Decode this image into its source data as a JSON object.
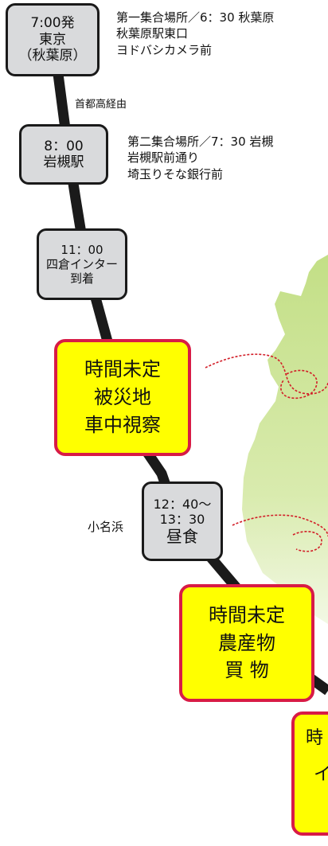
{
  "schedule": {
    "stop1": {
      "line1": "7:00発",
      "line2": "東京",
      "line3": "（秋葉原）"
    },
    "note1": {
      "line1": "第一集合場所／6：30 秋葉原",
      "line2": "秋葉原駅東口",
      "line3": "ヨドバシカメラ前"
    },
    "route1": "首都高経由",
    "stop2": {
      "line1": "8：00",
      "line2": "岩槻駅"
    },
    "note2": {
      "line1": "第二集合場所／7：30 岩槻",
      "line2": "岩槻駅前通り",
      "line3": "埼玉りそな銀行前"
    },
    "stop3": {
      "line1": "11：00",
      "line2": "四倉インター",
      "line3": "到着"
    },
    "event1": {
      "line1": "時間未定",
      "line2": "被災地",
      "line3": "車中視察"
    },
    "stop4_place": "小名浜",
    "stop4": {
      "line1": "12：40～",
      "line2": "13：30",
      "line3": "昼食"
    },
    "event2": {
      "line1": "時間未定",
      "line2": "農産物",
      "line3": "買 物"
    },
    "event3": {
      "line1": "時",
      "line2": "イ"
    }
  },
  "colors": {
    "gray_box": "#d9dadc",
    "highlight_fill": "#ffff00",
    "highlight_border": "#d81b46",
    "route_line": "#1a1a1a",
    "map_land": "#c6e08c",
    "map_route_dash": "#d21e28"
  }
}
